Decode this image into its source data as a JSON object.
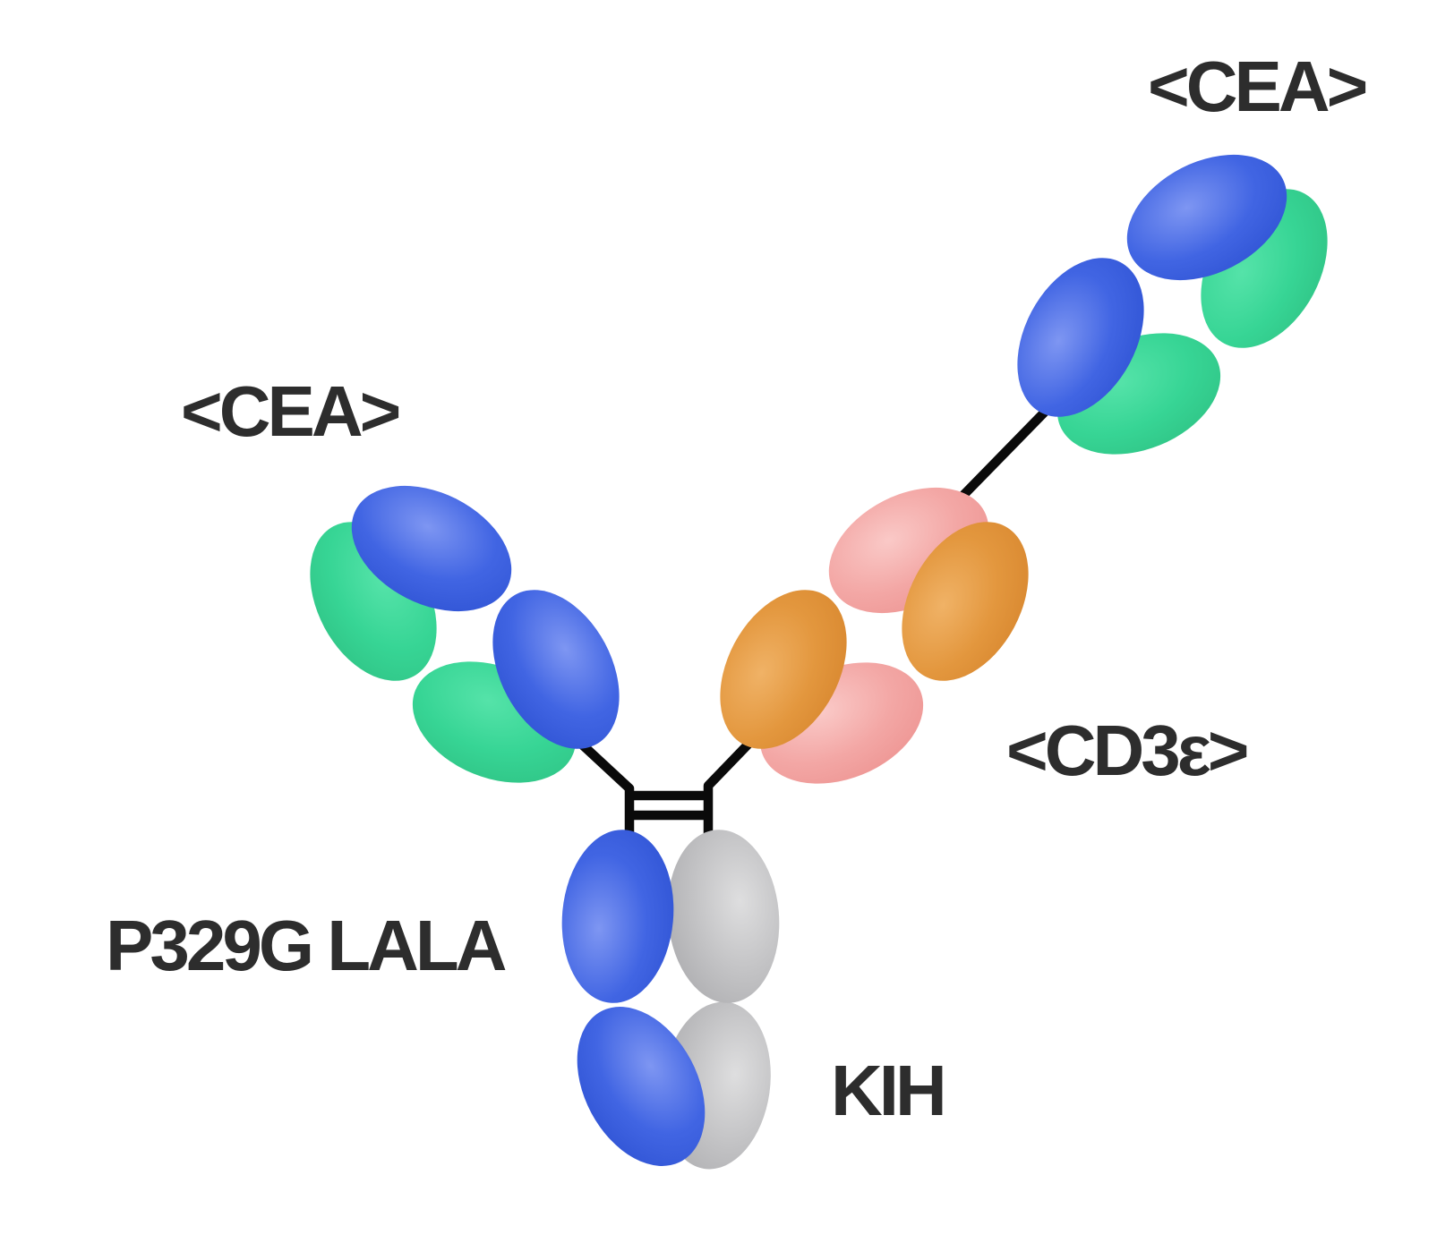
{
  "figure": {
    "kind": "bispecific antibody schematic",
    "format": "2-to-1 T-cell bispecific (two CEA Fabs, one CD3 Fab, heterodimeric Fc)"
  },
  "labels": {
    "cea_right": "<CEA>",
    "cea_left": "<CEA>",
    "cd3": "<CD3ε>",
    "fc_mutation": "P329G LALA",
    "kih": "KIH"
  },
  "colors": {
    "background": "#ffffff",
    "text": "#2d2d2d",
    "line": "#0a0a0a",
    "domains": {
      "blue": {
        "light": "#7E96F2",
        "mid": "#4165E3",
        "dark": "#2B4FD0"
      },
      "green": {
        "light": "#55E3A9",
        "mid": "#37D595",
        "dark": "#2EC082"
      },
      "pink": {
        "light": "#FAC9C7",
        "mid": "#F3A7A5",
        "dark": "#EC908E"
      },
      "orange": {
        "light": "#F0B266",
        "mid": "#E3973E",
        "dark": "#D5832B"
      },
      "gray": {
        "light": "#DEDEDF",
        "mid": "#C2C2C4",
        "dark": "#A7A7AA"
      }
    }
  }
}
